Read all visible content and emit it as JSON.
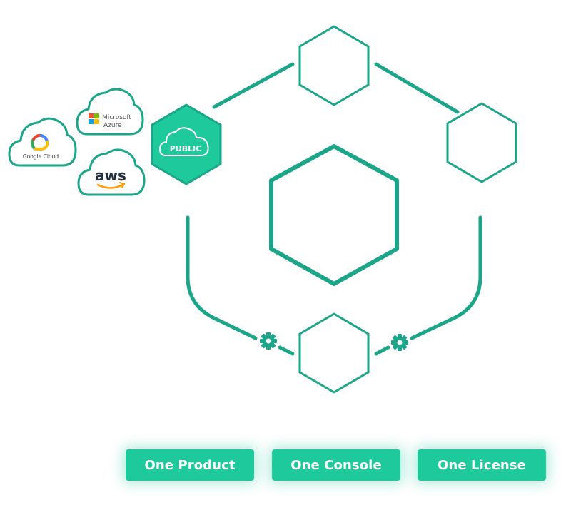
{
  "colors": {
    "teal": "#1ba68a",
    "teal_fill": "#1ec99c",
    "button_bg": "#1ec99c",
    "button_text": "#ffffff",
    "cloud_stroke": "#1ba68a"
  },
  "public_hex": {
    "label": "PUBLIC",
    "icon": "cloud-icon"
  },
  "providers": [
    {
      "name": "google-cloud",
      "label": "Google Cloud",
      "icon": "google-cloud-logo"
    },
    {
      "name": "microsoft-azure",
      "label_line1": "Microsoft",
      "label_line2": "Azure",
      "icon": "microsoft-logo"
    },
    {
      "name": "aws",
      "label": "aws",
      "icon": "amazon-smile-logo"
    }
  ],
  "gear_icons": [
    "gear-icon",
    "gear-icon"
  ],
  "buttons": [
    {
      "label": "One Product"
    },
    {
      "label": "One Console"
    },
    {
      "label": "One License"
    }
  ]
}
